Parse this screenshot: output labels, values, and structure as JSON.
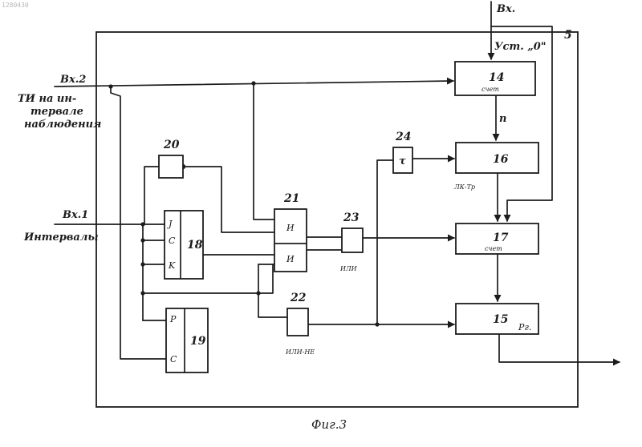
{
  "corner_code": "1280430",
  "figure_caption": "Фиг.3",
  "frame_number": "5",
  "inputs": {
    "top": "Вх.",
    "reset": "Уст. „0\"",
    "in2": "Вх.2",
    "in2_desc": [
      "ТИ на ин-",
      "тервале",
      "наблюдения"
    ],
    "in1": "Вх.1",
    "in1_desc": "Интервалы"
  },
  "blocks": {
    "b14": {
      "number": "14",
      "sub": "счет"
    },
    "b16": {
      "number": "16",
      "sub": "ЛК-Тр"
    },
    "b17": {
      "number": "17",
      "sub": "счет"
    },
    "b15": {
      "number": "15",
      "sub": "Рг."
    },
    "b18": {
      "number": "18",
      "pins": [
        "J",
        "C",
        "K"
      ]
    },
    "b19": {
      "number": "19",
      "pins": [
        "P",
        "C"
      ]
    },
    "b20": {
      "number": "20"
    },
    "b21": {
      "number": "21",
      "gate1": "И",
      "gate2": "И"
    },
    "b22": {
      "number": "22",
      "caption": "ИЛИ-НЕ"
    },
    "b23": {
      "number": "23",
      "caption": "ИЛИ"
    },
    "b24": {
      "number": "24",
      "symbol": "τ"
    }
  },
  "bus_label": "n"
}
